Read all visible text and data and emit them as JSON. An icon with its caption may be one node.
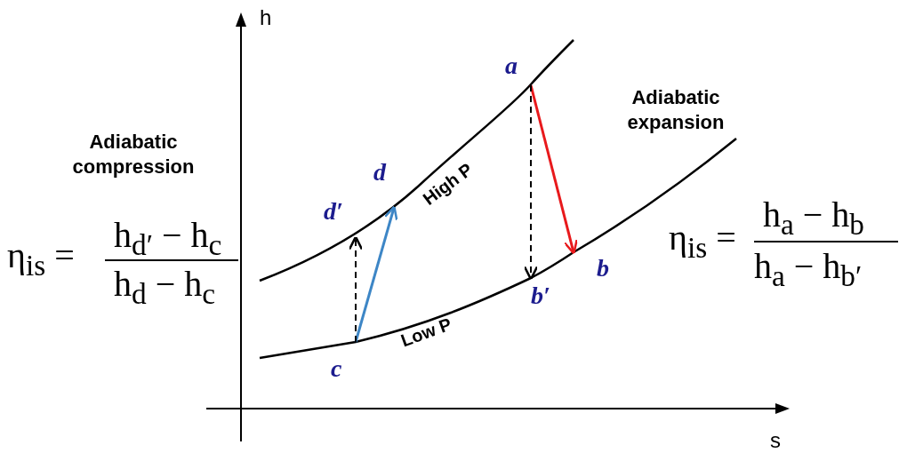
{
  "diagram": {
    "nodes": [
      {
        "text": [
          "a"
        ]
      },
      {
        "text": [
          "b"
        ]
      },
      {
        "text": [
          "b′"
        ]
      },
      {
        "text": [
          "c"
        ]
      },
      {
        "text": [
          "d"
        ]
      },
      {
        "text": [
          "d′"
        ]
      }
    ],
    "edges": [
      {
        "from": 0,
        "to": 1,
        "arrow": "to",
        "color": "#e8191c"
      },
      {
        "from": 0,
        "to": 2,
        "arrow": "to",
        "style": "dashed",
        "color": "#000000"
      },
      {
        "from": 3,
        "to": 4,
        "arrow": "to",
        "color": "#3d86c6"
      },
      {
        "from": 3,
        "to": 5,
        "arrow": "to",
        "style": "dashed",
        "color": "#000000"
      }
    ],
    "labels": [
      "h",
      "Adiabatic expansion",
      "Adiabatic compression",
      "High P",
      "η$_{is}$ =",
      "h$_{d′}$ − h$_{c}$",
      "h$_{d}$ − h$_{c}$",
      "η$_{is}$ =",
      "h$_{a}$ − h$_{b}$",
      "h$_{a}$ − h$_{b′}$",
      "Low P",
      "s"
    ]
  }
}
